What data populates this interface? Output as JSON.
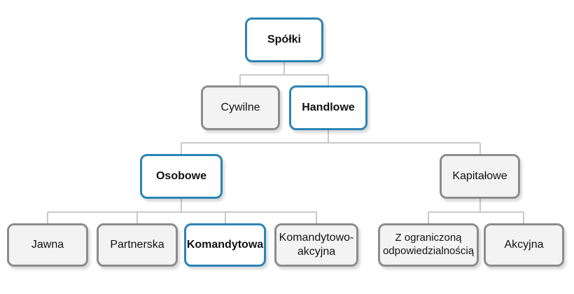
{
  "diagram": {
    "colors": {
      "accent_blue": "#2b84b4",
      "gray_border": "#8c8c8c",
      "gray_fill": "#f3f3f3",
      "white_fill": "#ffffff",
      "connector_line": "#c9c9c9",
      "text": "#111111"
    },
    "nodes": [
      {
        "id": "spolki",
        "label": "Spółki",
        "emphasized": true
      },
      {
        "id": "cywilne",
        "label": "Cywilne",
        "emphasized": false
      },
      {
        "id": "handlowe",
        "label": "Handlowe",
        "emphasized": true
      },
      {
        "id": "osobowe",
        "label": "Osobowe",
        "emphasized": true
      },
      {
        "id": "kapitalowe",
        "label": "Kapitałowe",
        "emphasized": false
      },
      {
        "id": "jawna",
        "label": "Jawna",
        "emphasized": false
      },
      {
        "id": "partnerska",
        "label": "Partnerska",
        "emphasized": false
      },
      {
        "id": "komandytowa",
        "label": "Komandytowa",
        "emphasized": true
      },
      {
        "id": "komandytowo-akcyjna",
        "label": "Komandytowo-akcyjna",
        "emphasized": false
      },
      {
        "id": "z-ograniczona",
        "label": "Z ograniczoną odpowiedzialnością",
        "emphasized": false
      },
      {
        "id": "akcyjna",
        "label": "Akcyjna",
        "emphasized": false
      }
    ],
    "edges": [
      [
        "spolki",
        "cywilne"
      ],
      [
        "spolki",
        "handlowe"
      ],
      [
        "handlowe",
        "osobowe"
      ],
      [
        "handlowe",
        "kapitalowe"
      ],
      [
        "osobowe",
        "jawna"
      ],
      [
        "osobowe",
        "partnerska"
      ],
      [
        "osobowe",
        "komandytowa"
      ],
      [
        "osobowe",
        "komandytowo-akcyjna"
      ],
      [
        "kapitalowe",
        "z-ograniczona"
      ],
      [
        "kapitalowe",
        "akcyjna"
      ]
    ]
  }
}
